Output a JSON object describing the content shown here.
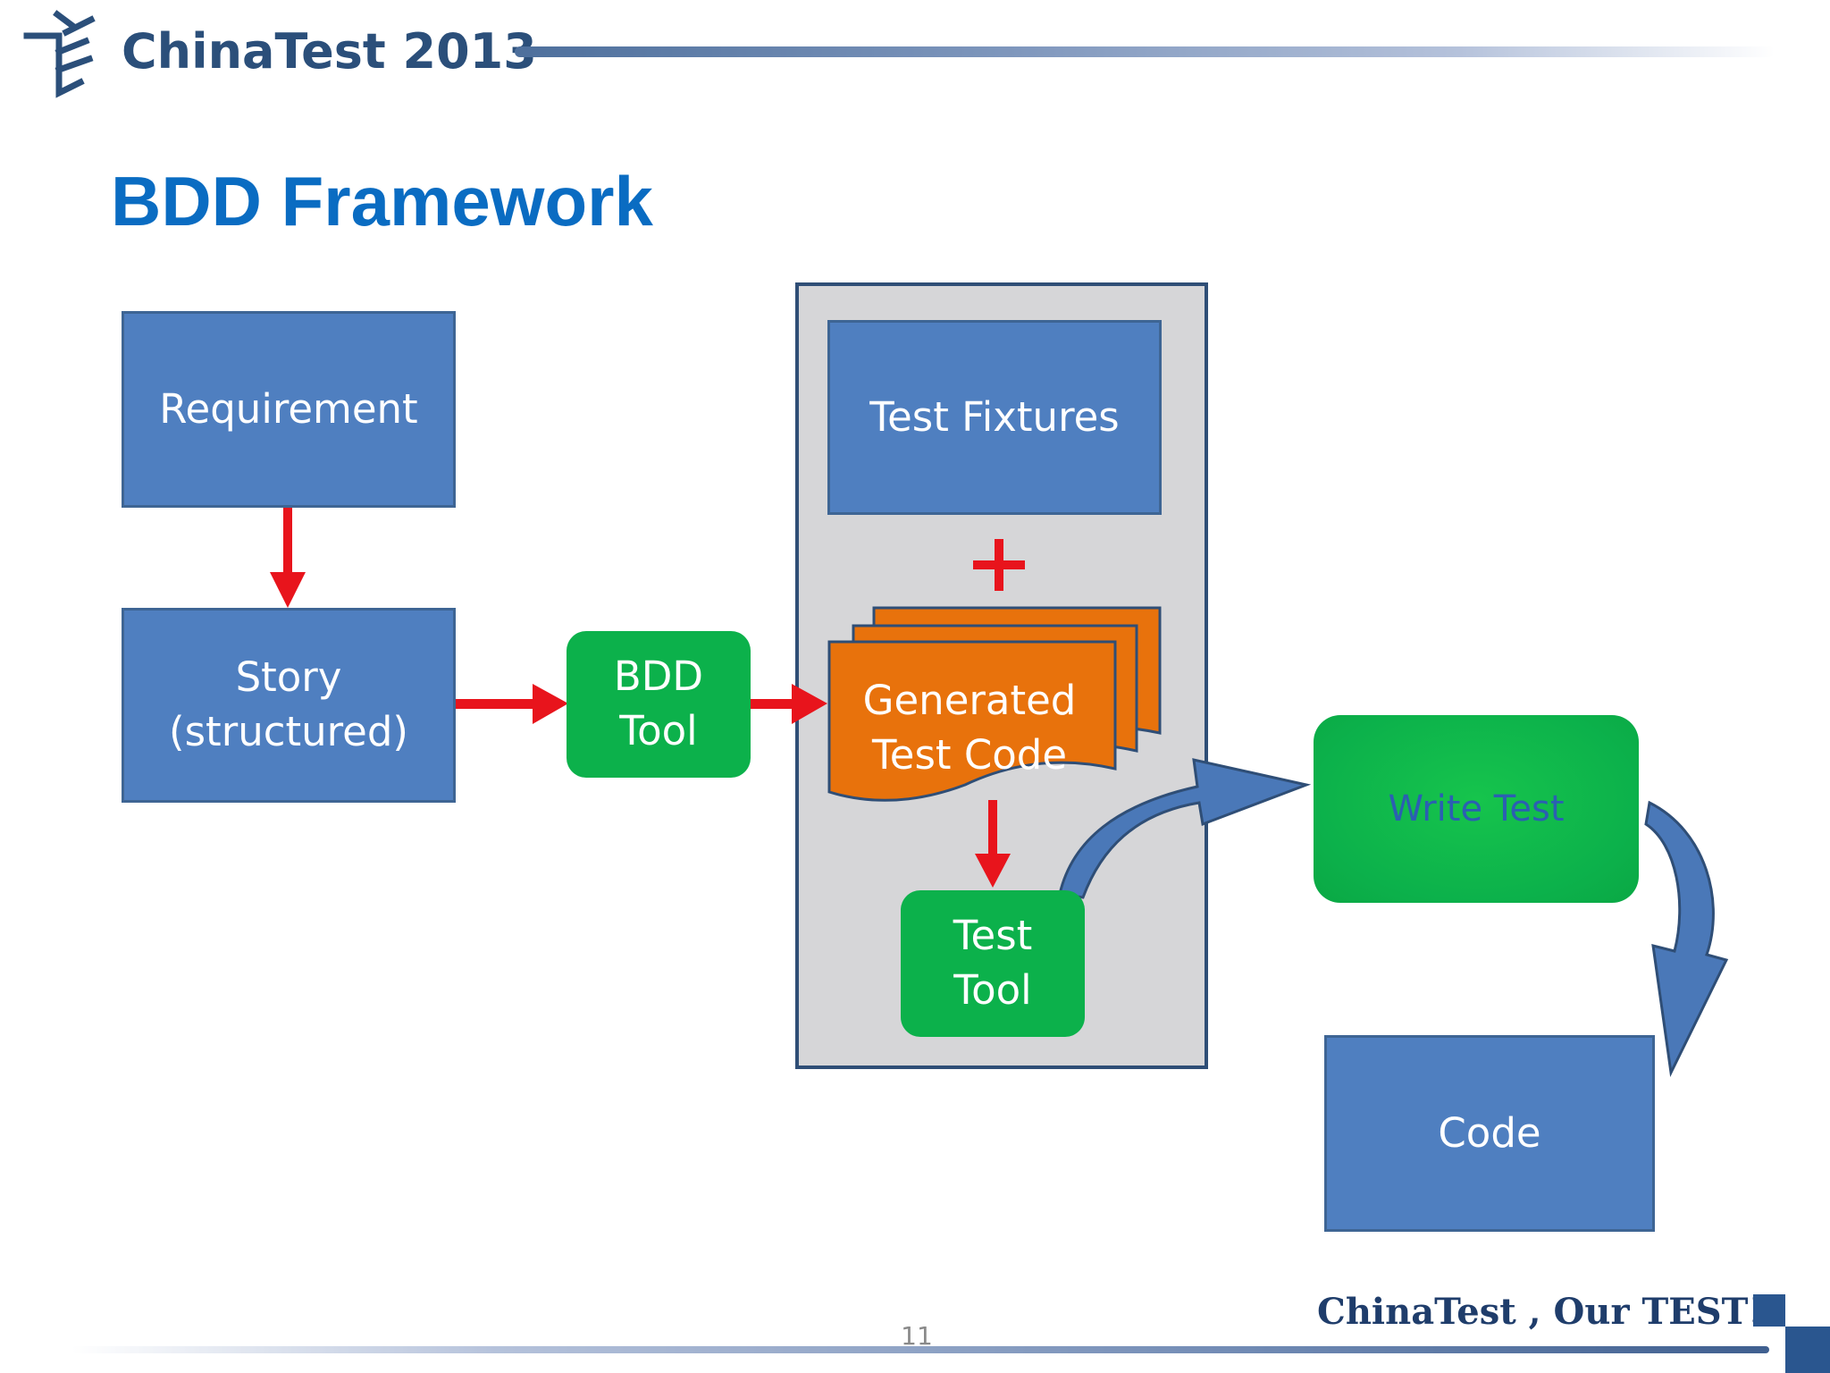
{
  "header": {
    "brand": "ChinaTest 2013"
  },
  "slide": {
    "title": "BDD Framework",
    "page_number": "11"
  },
  "diagram": {
    "nodes": {
      "requirement": "Requirement",
      "story_line1": "Story",
      "story_line2": "(structured)",
      "bdd_tool_line1": "BDD",
      "bdd_tool_line2": "Tool",
      "test_fixtures": "Test Fixtures",
      "plus": "+",
      "generated_line1": "Generated",
      "generated_line2": "Test Code",
      "test_tool_line1": "Test",
      "test_tool_line2": "Tool",
      "write_test": "Write Test",
      "code": "Code"
    },
    "colors": {
      "blue_box": "#4f7fc0",
      "green_box": "#0cb14b",
      "orange_doc": "#e8720c",
      "red_arrow": "#e8141c",
      "blue_arrow": "#4a78b8",
      "panel": "#d6d6d8",
      "title": "#0a6cc2"
    }
  },
  "footer": {
    "slogan": "ChinaTest , Our TEST!"
  }
}
